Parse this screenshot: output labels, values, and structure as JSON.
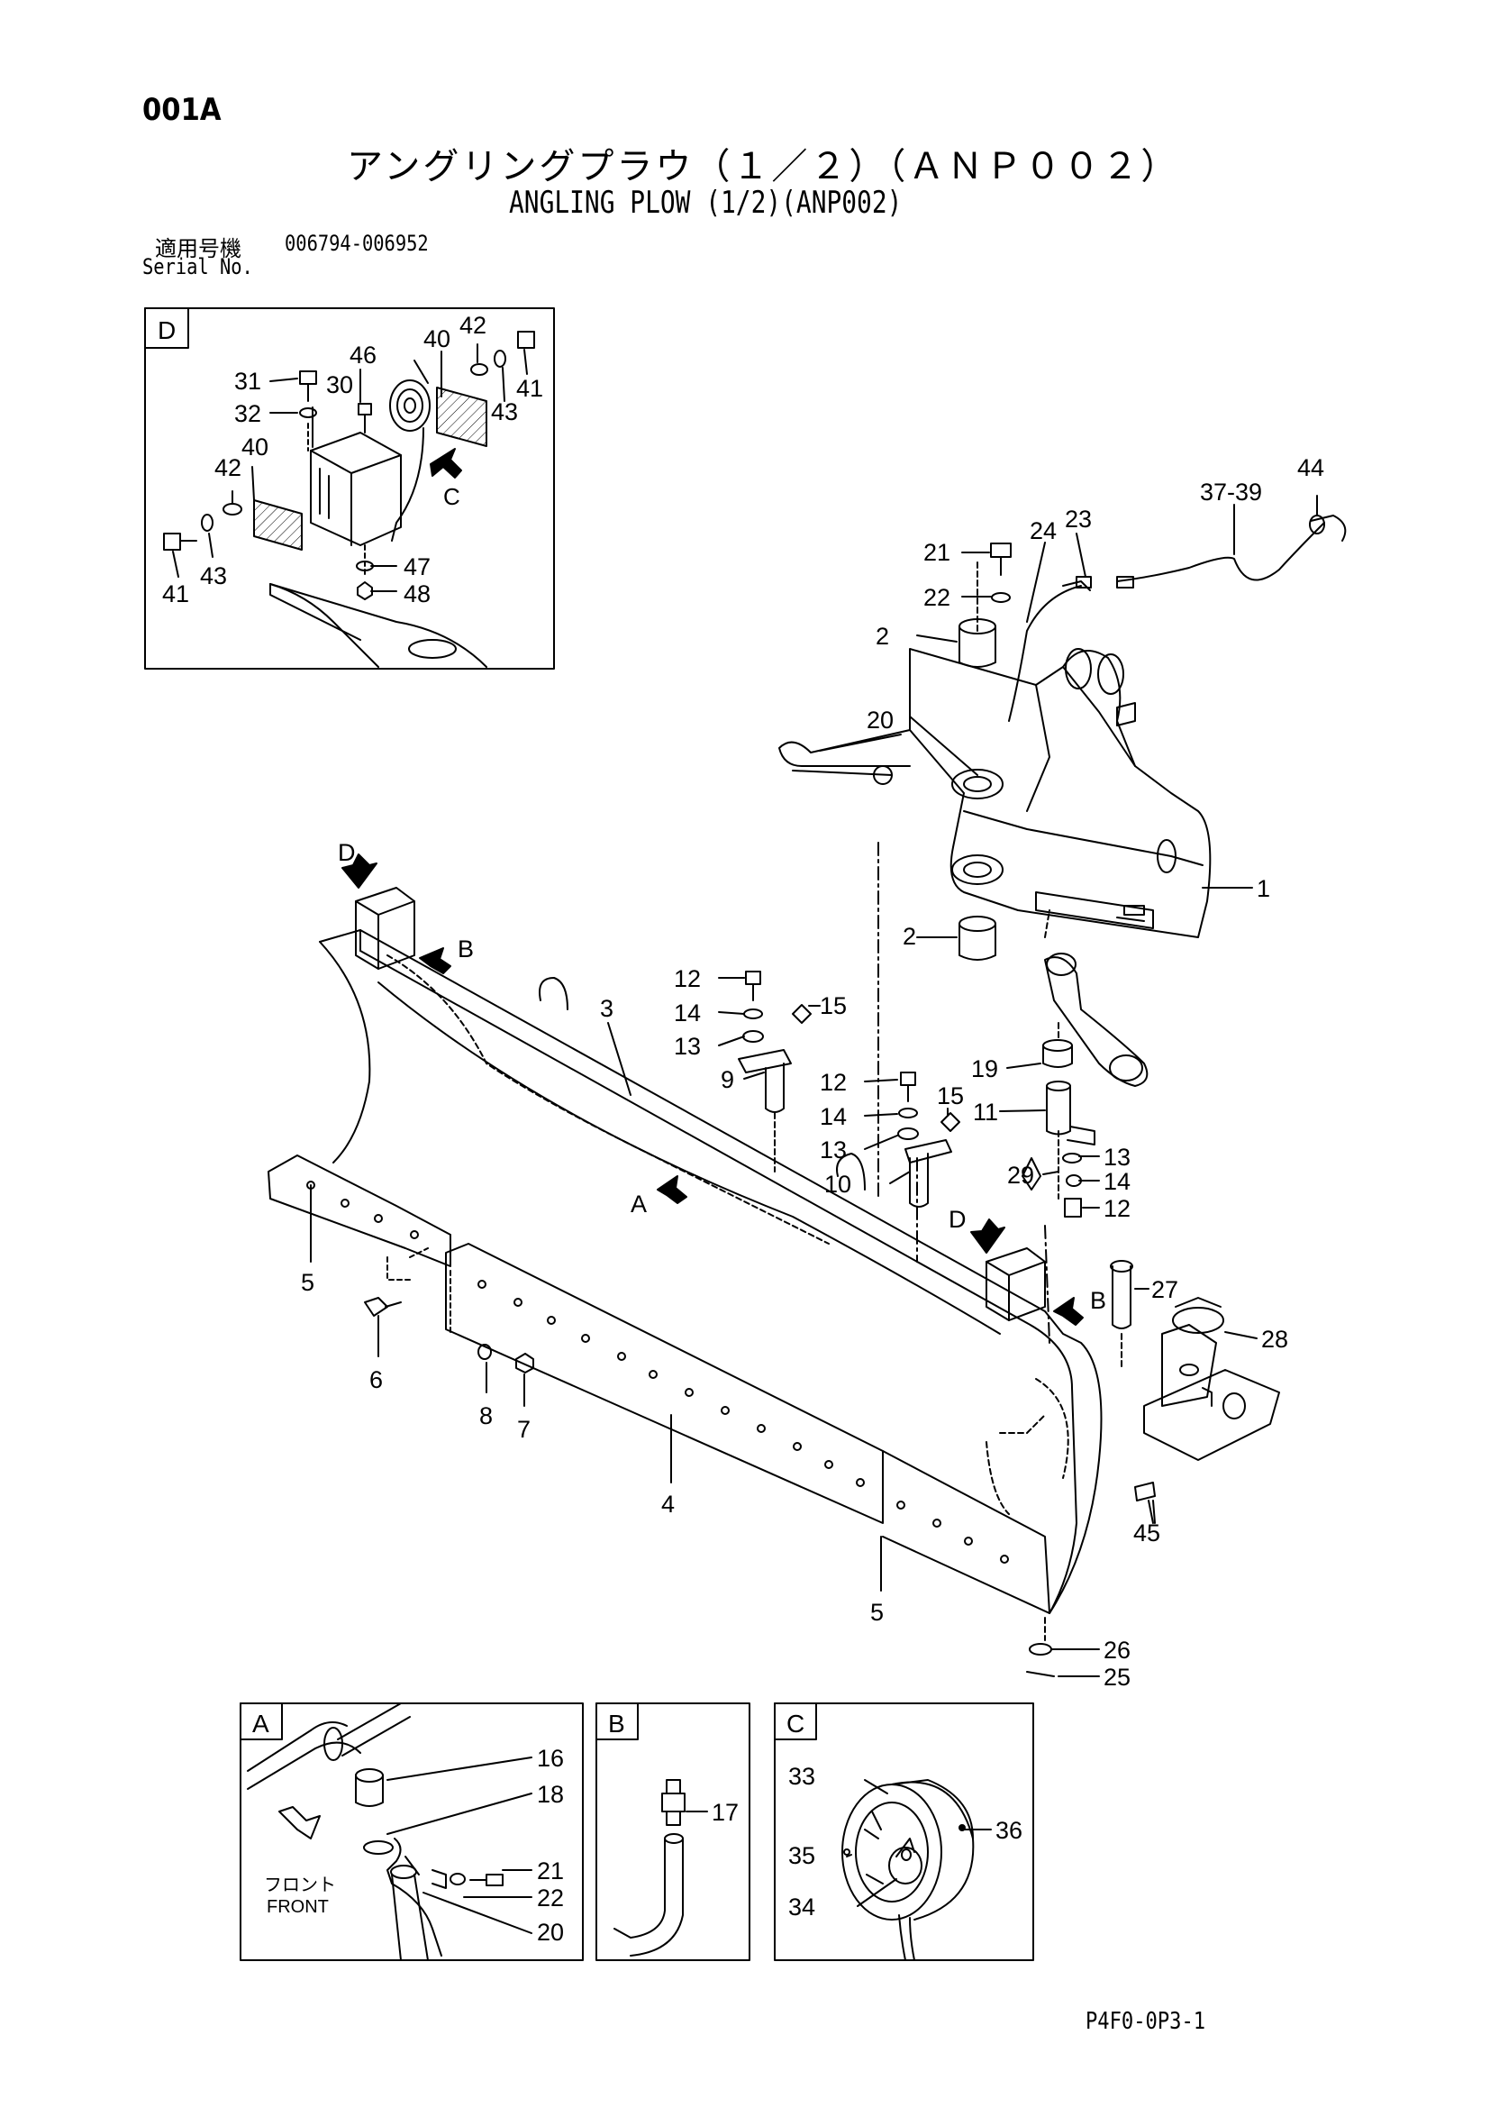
{
  "header": {
    "page_code": "001A",
    "title_jp": "アングリングプラウ（１／２）（ＡＮＰ００２）",
    "title_en": "ANGLING PLOW (1/2)(ANP002)",
    "serial_label_jp": "適用号機",
    "serial_range": "006794-006952",
    "serial_label_en": "Serial No."
  },
  "footer": {
    "doc_code": "P4F0-0P3-1"
  },
  "detail_views": {
    "D": {
      "label": "D",
      "callouts": [
        "31",
        "32",
        "30",
        "46",
        "40",
        "42",
        "43",
        "41",
        "40",
        "42",
        "41",
        "43",
        "47",
        "48"
      ],
      "arrow_label": "C"
    },
    "A": {
      "label": "A",
      "callouts": [
        "16",
        "18",
        "21",
        "22",
        "20"
      ],
      "front_jp": "フロント",
      "front_en": "FRONT"
    },
    "B": {
      "label": "B",
      "callouts": [
        "17"
      ]
    },
    "C": {
      "label": "C",
      "callouts": [
        "33",
        "36",
        "35",
        "34"
      ]
    }
  },
  "main_view": {
    "callouts": [
      "44",
      "37-39",
      "24",
      "23",
      "21",
      "22",
      "2",
      "20",
      "1",
      "2",
      "3",
      "12",
      "14",
      "15",
      "13",
      "9",
      "12",
      "14",
      "15",
      "13",
      "10",
      "19",
      "11",
      "13",
      "14",
      "29",
      "12",
      "27",
      "28",
      "5",
      "6",
      "8",
      "7",
      "4",
      "5",
      "45",
      "26",
      "25"
    ],
    "arrow_labels": [
      "D",
      "B",
      "A",
      "D",
      "B"
    ]
  }
}
